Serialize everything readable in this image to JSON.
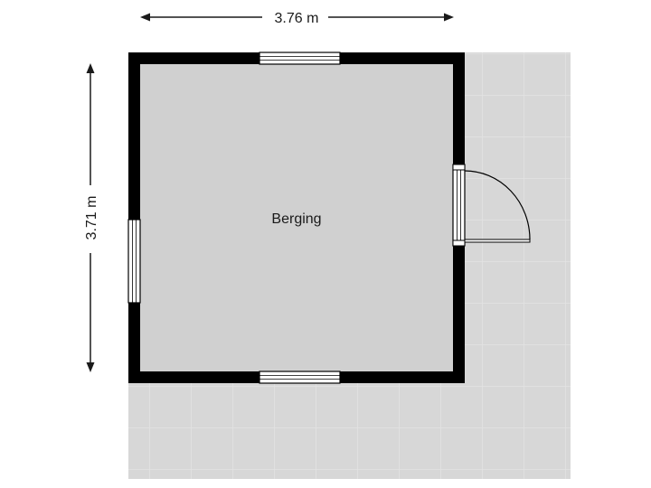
{
  "room": {
    "name": "Berging"
  },
  "dimensions": {
    "width": "3.76 m",
    "height": "3.71 m"
  },
  "colors": {
    "background": "#ffffff",
    "floor": "#d0d0d0",
    "terrace": "#d7d7d7",
    "tile_line": "#e3e3e3",
    "wall": "#000000",
    "window_frame": "#ffffff",
    "dimension_line": "#1a1a1a"
  },
  "openings": {
    "windows": [
      "top-window",
      "bottom-window",
      "left-window"
    ],
    "doors": [
      "right-door"
    ]
  }
}
